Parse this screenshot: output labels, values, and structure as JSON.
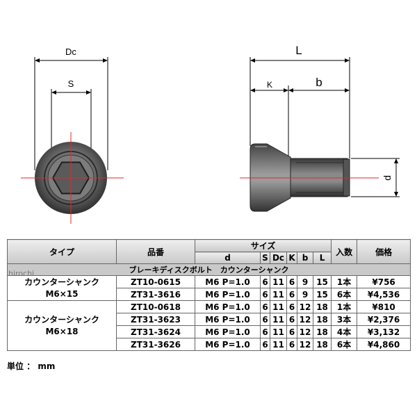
{
  "drawing": {
    "label_dc": "Dc",
    "label_s": "S",
    "label_l": "L",
    "label_k": "K",
    "label_b": "b",
    "label_d": "d",
    "accent_color": "#e8262a",
    "body_color": "#555555"
  },
  "table": {
    "headers": {
      "type": "タイプ",
      "part_no": "品番",
      "size": "サイズ",
      "qty": "入数",
      "price": "価格",
      "d": "d",
      "s": "S",
      "dc": "Dc",
      "k": "K",
      "b": "b",
      "l": "L"
    },
    "section_title": "ブレーキディスクボルト　カウンターシャンク",
    "watermark": "hirochi",
    "groups": [
      {
        "type_line1": "カウンターシャンク",
        "type_line2": "M6×15",
        "rows": [
          {
            "part_no": "ZT10-0615",
            "d": "M6 P=1.0",
            "s": "6",
            "dc": "11",
            "k": "6",
            "b": "9",
            "l": "15",
            "qty": "1本",
            "price": "¥756"
          },
          {
            "part_no": "ZT31-3616",
            "d": "M6 P=1.0",
            "s": "6",
            "dc": "11",
            "k": "6",
            "b": "9",
            "l": "15",
            "qty": "6本",
            "price": "¥4,536"
          }
        ]
      },
      {
        "type_line1": "カウンターシャンク",
        "type_line2": "M6×18",
        "rows": [
          {
            "part_no": "ZT10-0618",
            "d": "M6 P=1.0",
            "s": "6",
            "dc": "11",
            "k": "6",
            "b": "12",
            "l": "18",
            "qty": "1本",
            "price": "¥810"
          },
          {
            "part_no": "ZT31-3623",
            "d": "M6 P=1.0",
            "s": "6",
            "dc": "11",
            "k": "6",
            "b": "12",
            "l": "18",
            "qty": "3本",
            "price": "¥2,376"
          },
          {
            "part_no": "ZT31-3624",
            "d": "M6 P=1.0",
            "s": "6",
            "dc": "11",
            "k": "6",
            "b": "12",
            "l": "18",
            "qty": "4本",
            "price": "¥3,132"
          },
          {
            "part_no": "ZT31-3626",
            "d": "M6 P=1.0",
            "s": "6",
            "dc": "11",
            "k": "6",
            "b": "12",
            "l": "18",
            "qty": "6本",
            "price": "¥4,860"
          }
        ]
      }
    ]
  },
  "unit_note": "単位 ： mm"
}
